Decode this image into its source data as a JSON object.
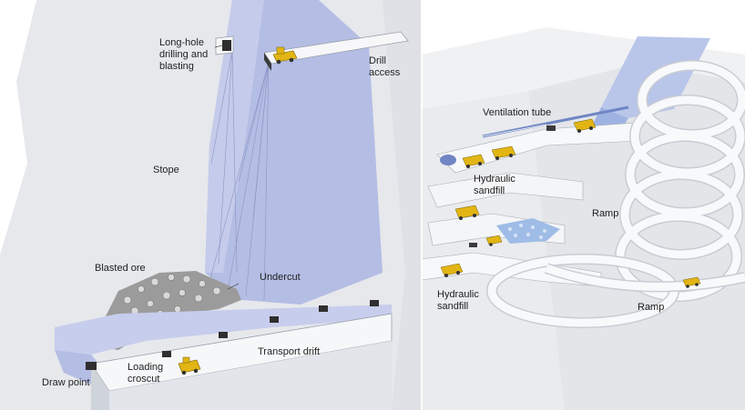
{
  "left_panel": {
    "labels": {
      "long_hole": [
        "Long-hole",
        "drilling and",
        "blasting"
      ],
      "drill_access": [
        "Drill",
        "access"
      ],
      "stope": "Stope",
      "blasted_ore": "Blasted ore",
      "undercut": "Undercut",
      "transport_drift": "Transport drift",
      "loading_crosscut": [
        "Loading",
        "croscut"
      ],
      "draw_point": "Draw point"
    }
  },
  "right_panel": {
    "labels": {
      "ventilation_tube": "Ventilation tube",
      "hydraulic_sandfill_upper": [
        "Hydraulic",
        "sandfill"
      ],
      "ramp_upper": "Ramp",
      "hydraulic_sandfill_lower": [
        "Hydraulic",
        "sandfill"
      ],
      "ramp_lower": "Ramp"
    }
  },
  "colors": {
    "rock": "#e8eaee",
    "rock_dark": "#d6d9df",
    "stope_blue": "#b4bde4",
    "vehicle_yellow": "#e2b514",
    "ore_grey": "#8e8e8e"
  }
}
